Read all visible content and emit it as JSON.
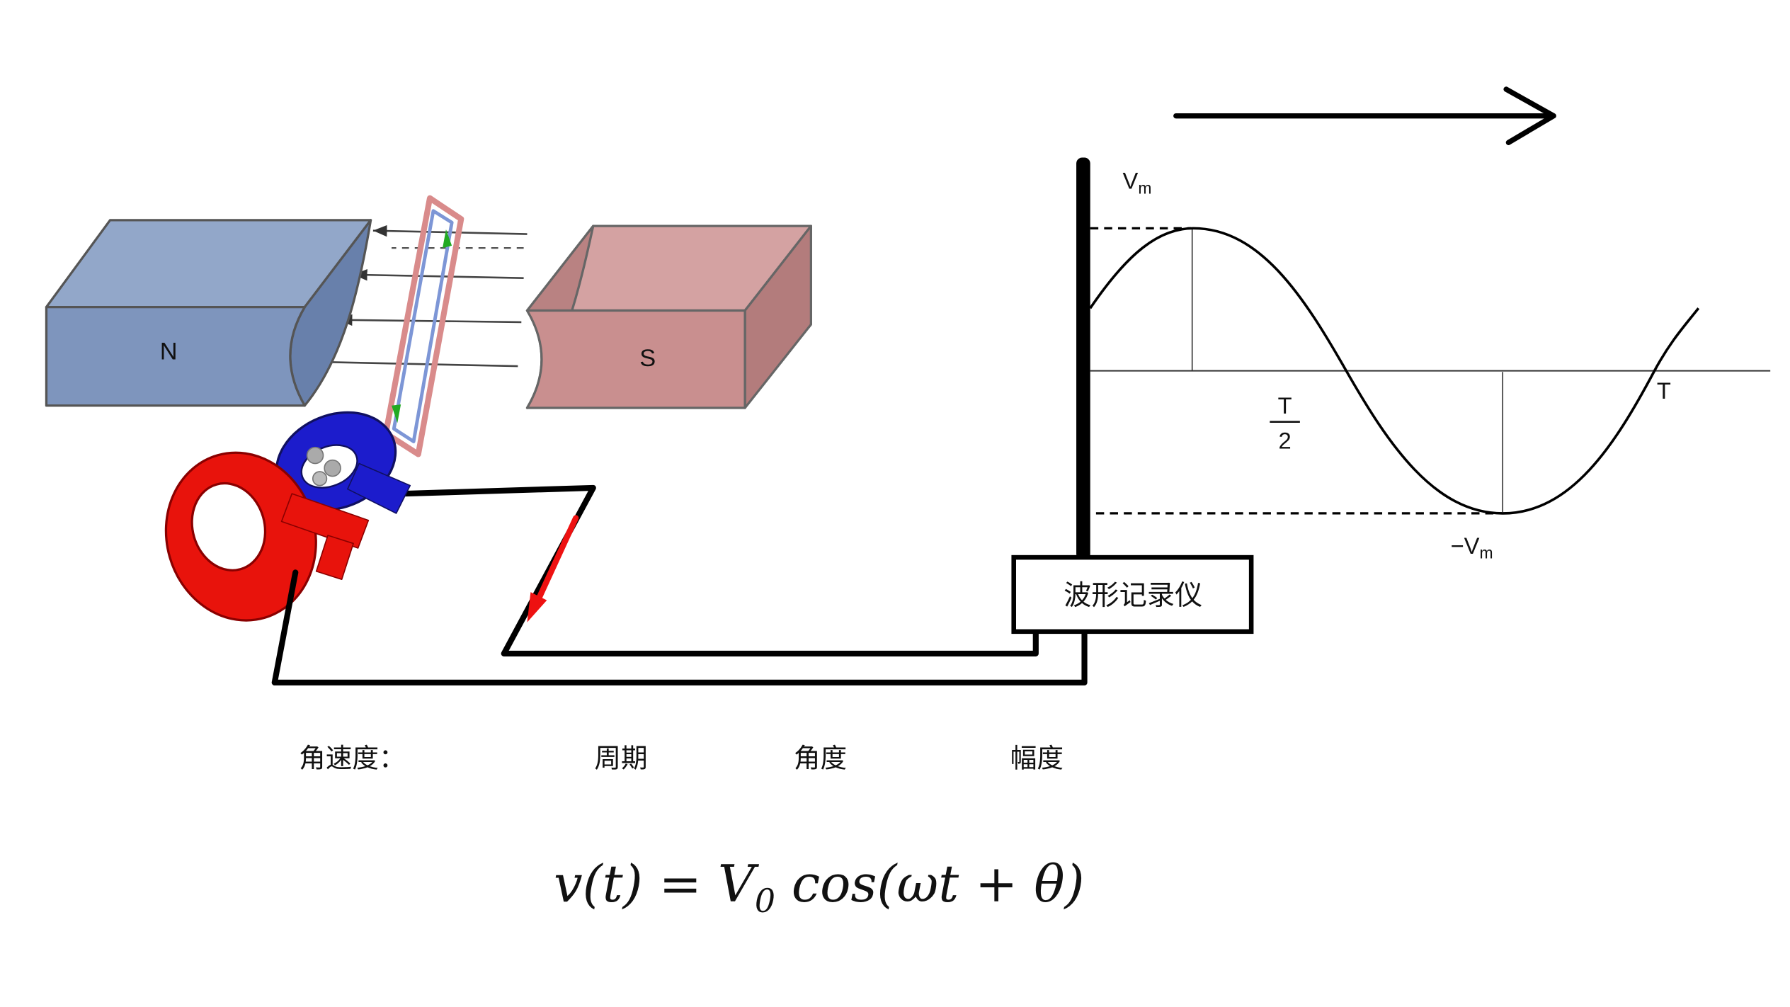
{
  "magnets": {
    "north_label": "N",
    "south_label": "S"
  },
  "recorder": {
    "label": "波形记录仪"
  },
  "graph": {
    "peak_label_base": "V",
    "peak_label_sub": "m",
    "trough_label_base": "−V",
    "trough_label_sub": "m",
    "half_period_numerator": "T",
    "half_period_denominator": "2",
    "period_label": "T"
  },
  "bottom_labels": {
    "angular_velocity": "角速度：",
    "period": "周期",
    "angle": "角度",
    "amplitude": "幅度"
  },
  "formula": {
    "part1": "v(t) = V",
    "subscript": "0",
    "part2": " cos(ωt + θ)"
  },
  "colors": {
    "north_magnet_front": "#7e95bd",
    "north_magnet_top": "#92a7c9",
    "north_magnet_pole": "#6880ab",
    "south_magnet_front": "#c98f8f",
    "south_magnet_top": "#d4a2a2",
    "south_magnet_side": "#b37c7c",
    "south_magnet_pole": "#b98282",
    "coil_outer": "#d98b8b",
    "coil_inner": "#7d96d6",
    "slip_ring_red": "#e8130c",
    "slip_ring_blue": "#1c1ccc",
    "current_arrow_red": "#ee1111",
    "wire": "#000000",
    "trough_label_color": "#2b2b66",
    "field_arrow": "#444444",
    "coil_current_green": "#22aa22"
  },
  "chart_data": {
    "type": "line",
    "x_tick_labels": [
      "T/2",
      "T"
    ],
    "y_reference_levels": [
      "Vm",
      "−Vm"
    ],
    "ylim": [
      -1,
      1
    ],
    "series": [
      {
        "name": "v(t)",
        "x_in_periods": [
          0,
          0.17,
          0.42,
          0.67,
          0.92,
          1.0
        ],
        "v_in_Vm": [
          0.45,
          1,
          0,
          -1,
          0,
          0.45
        ]
      }
    ],
    "grid": false,
    "legend": false,
    "annotations": [
      "dashed horizontal line from vertical bar to positive peak at +Vm",
      "dashed horizontal line from vertical bar to negative peak at −Vm",
      "long rightward arrow above the waveform indicating time direction"
    ]
  }
}
